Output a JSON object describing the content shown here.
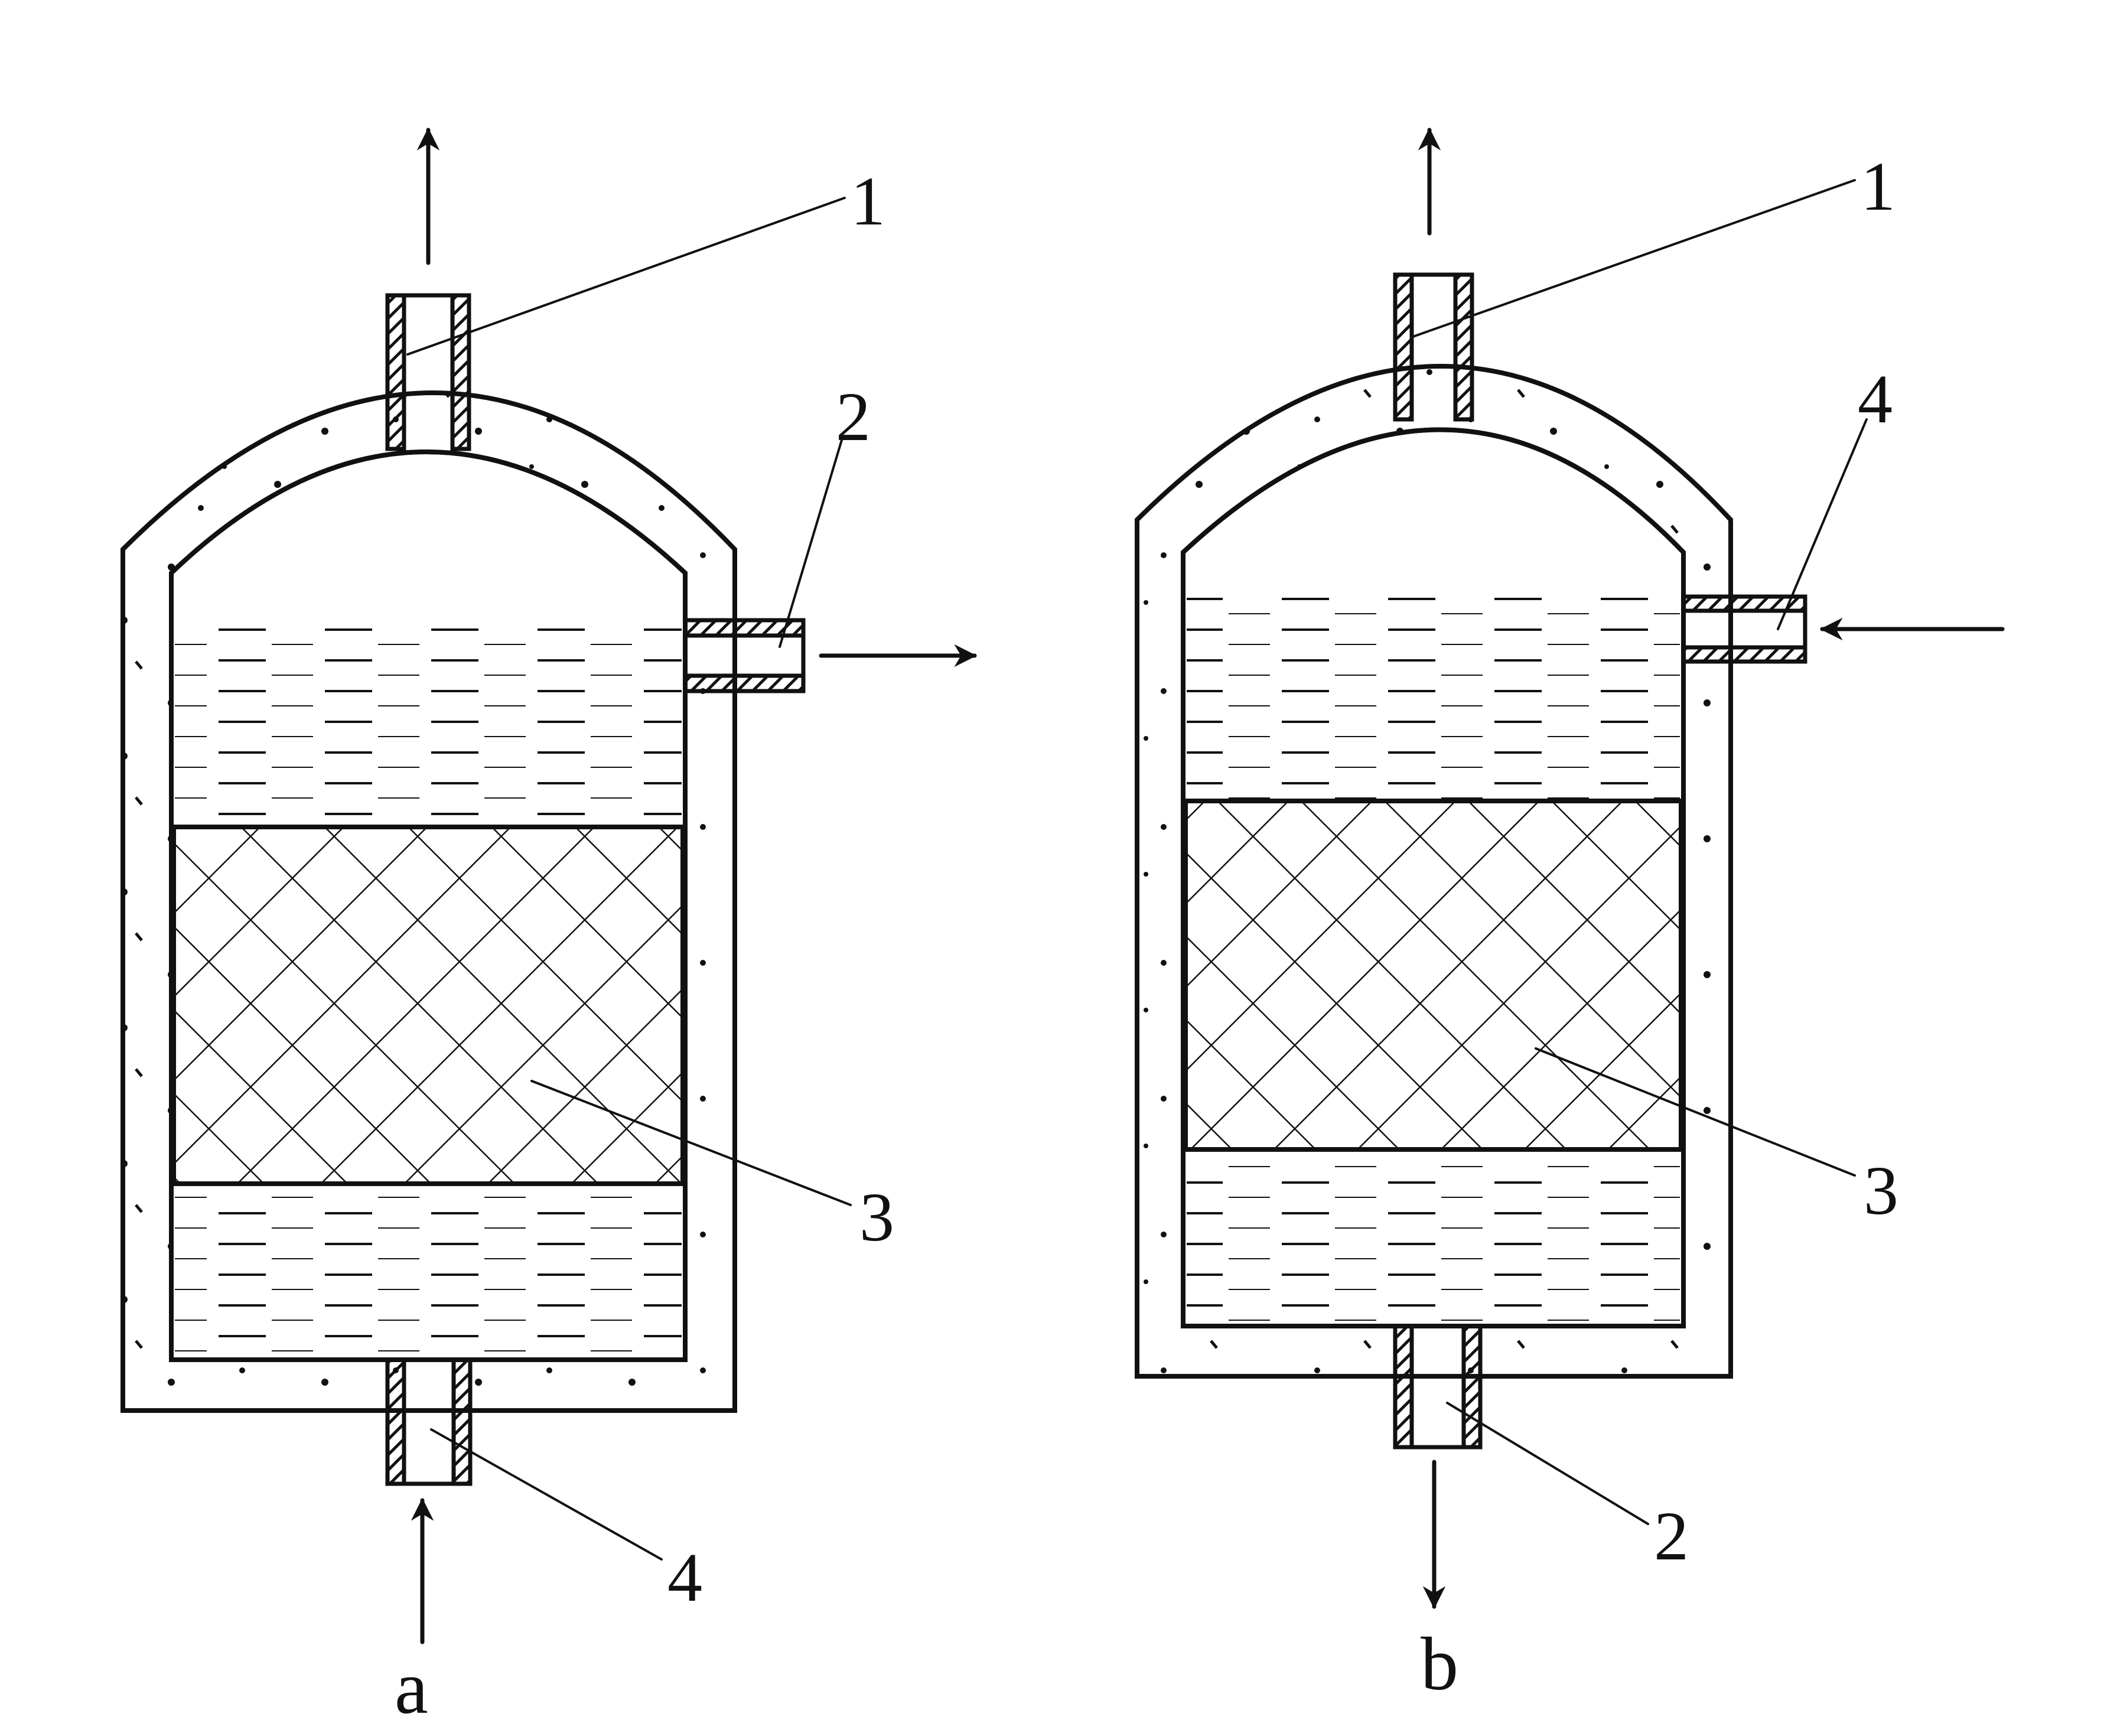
{
  "diagrams": [
    {
      "caption": "a",
      "labels": {
        "top_outlet": "1",
        "side_outlet": "2",
        "packing": "3",
        "bottom_inlet": "4"
      }
    },
    {
      "caption": "b",
      "labels": {
        "top_outlet": "1",
        "side_inlet": "4",
        "packing": "3",
        "bottom_outlet": "2"
      }
    }
  ],
  "colors": {
    "ink": "#111111",
    "background": "#ffffff"
  }
}
